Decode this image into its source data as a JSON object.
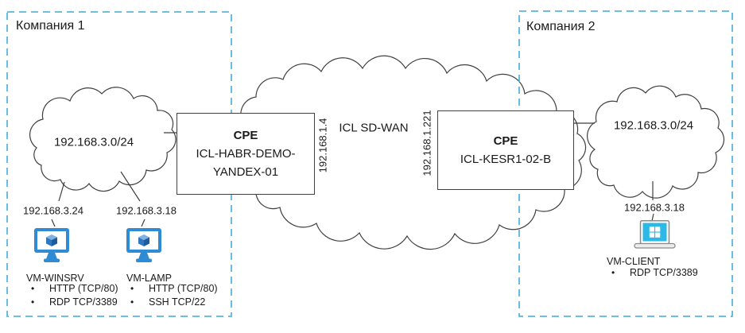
{
  "diagram": {
    "company1": {
      "title": "Компания 1"
    },
    "company2": {
      "title": "Компания 2"
    },
    "clouds": {
      "left": {
        "label": "192.168.3.0/24"
      },
      "center": {
        "label": "ICL SD-WAN"
      },
      "right": {
        "label": "192.168.3.0/24"
      }
    },
    "cpe1": {
      "title": "CPE",
      "name_line1": "ICL-HABR-DEMO-",
      "name_line2": "YANDEX-01",
      "wan_ip": "192.168.1.4"
    },
    "cpe2": {
      "title": "CPE",
      "name": "ICL-KESR1-02-B",
      "wan_ip": "192.168.1.221"
    },
    "bullet": "•",
    "vms": [
      {
        "ip": "192.168.3.24",
        "name": "VM-WINSRV",
        "services": [
          "HTTP (TCP/80)",
          "RDP TCP/3389"
        ]
      },
      {
        "ip": "192.168.3.18",
        "name": "VM-LAMP",
        "services": [
          "HTTP (TCP/80)",
          "SSH TCP/22"
        ]
      },
      {
        "ip": "192.168.3.18",
        "name": "VM-CLIENT",
        "services": [
          "RDP TCP/3389"
        ]
      }
    ]
  }
}
